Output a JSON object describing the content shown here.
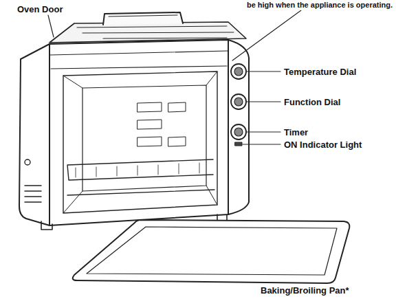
{
  "diagram": {
    "labels": [
      "Oven Door",
      "be high when the appliance is operating.",
      "Temperature Dial",
      "Function Dial",
      "Timer",
      "ON Indicator Light",
      "Baking/Broiling Pan*"
    ]
  }
}
